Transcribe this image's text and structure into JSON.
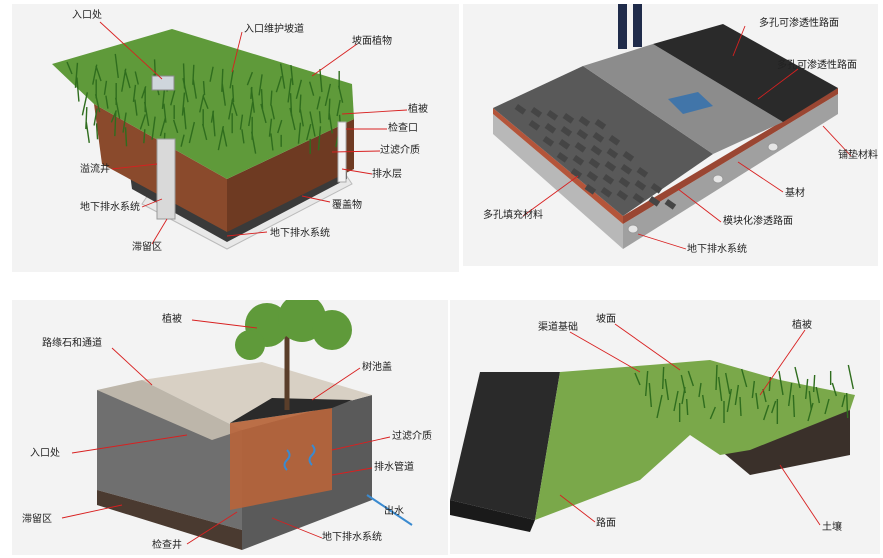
{
  "panels": {
    "bioretention": {
      "labels": {
        "inlet": "入口处",
        "inlet_ramp": "入口维护坡道",
        "slope_plants": "坡面植物",
        "vegetation": "植被",
        "inspection_port": "检查口",
        "filter_media": "过滤介质",
        "drainage_layer": "排水层",
        "overflow_well": "溢流井",
        "cover": "覆盖物",
        "underdrain_1": "地下排水系统",
        "underdrain_2": "地下排水系统",
        "detention": "滞留区"
      }
    },
    "permeable_pavement": {
      "labels": {
        "porous_road_1": "多孔可渗透性路面",
        "porous_road_2": "多孔可渗透性路面",
        "bedding": "铺垫材料",
        "base": "基材",
        "porous_fill": "多孔填充材料",
        "modular_paving": "模块化渗透路面",
        "underdrain": "地下排水系统"
      }
    },
    "tree_box": {
      "labels": {
        "vegetation": "植被",
        "curb": "路缘石和通道",
        "tree_grate": "树池盖",
        "filter_media": "过滤介质",
        "inlet": "入口处",
        "drain_pipe": "排水管道",
        "outflow": "出水",
        "detention": "滞留区",
        "inspection_well": "检查井",
        "underdrain": "地下排水系统"
      }
    },
    "grass_swale": {
      "labels": {
        "channel_base": "渠道基础",
        "slope": "坡面",
        "vegetation": "植被",
        "road": "路面",
        "soil": "土壤"
      }
    }
  },
  "colors": {
    "grass": "#5f9a3a",
    "soil": "#8a4a2c",
    "gravel": "#9a9a9a",
    "asphalt": "#2a2a2a",
    "leader": "#d82020"
  }
}
